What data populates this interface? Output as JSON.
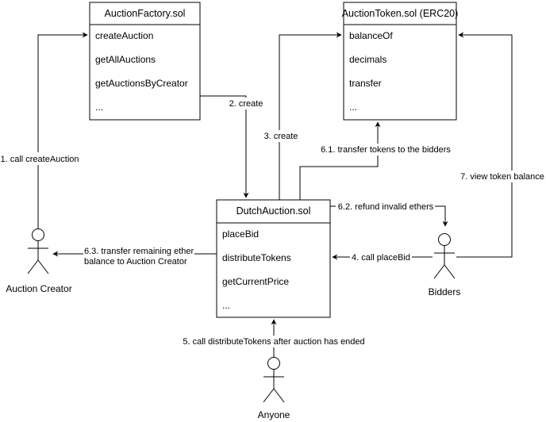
{
  "boxes": {
    "factory": {
      "title": "AuctionFactory.sol",
      "methods": [
        "createAuction",
        "getAllAuctions",
        "getAuctionsByCreator",
        "..."
      ]
    },
    "token": {
      "title": "AuctionToken.sol (ERC20)",
      "methods": [
        "balanceOf",
        "decimals",
        "transfer",
        "..."
      ]
    },
    "dutch": {
      "title": "DutchAuction.sol",
      "methods": [
        "placeBid",
        "distributeTokens",
        "getCurrentPrice",
        "..."
      ]
    }
  },
  "actors": {
    "creator": "Auction Creator",
    "bidders": "Bidders",
    "anyone": "Anyone"
  },
  "edges": {
    "e1": "1. call createAuction",
    "e2": "2. create",
    "e3": "3. create",
    "e4": "4. call placeBid",
    "e5": "5. call distributeTokens after auction has ended",
    "e61": "6.1. transfer tokens to the bidders",
    "e62": "6.2. refund invalid ethers",
    "e63a": "6.3. transfer remaining ether",
    "e63b": "balance to Auction Creator",
    "e7": "7. view token balance"
  }
}
